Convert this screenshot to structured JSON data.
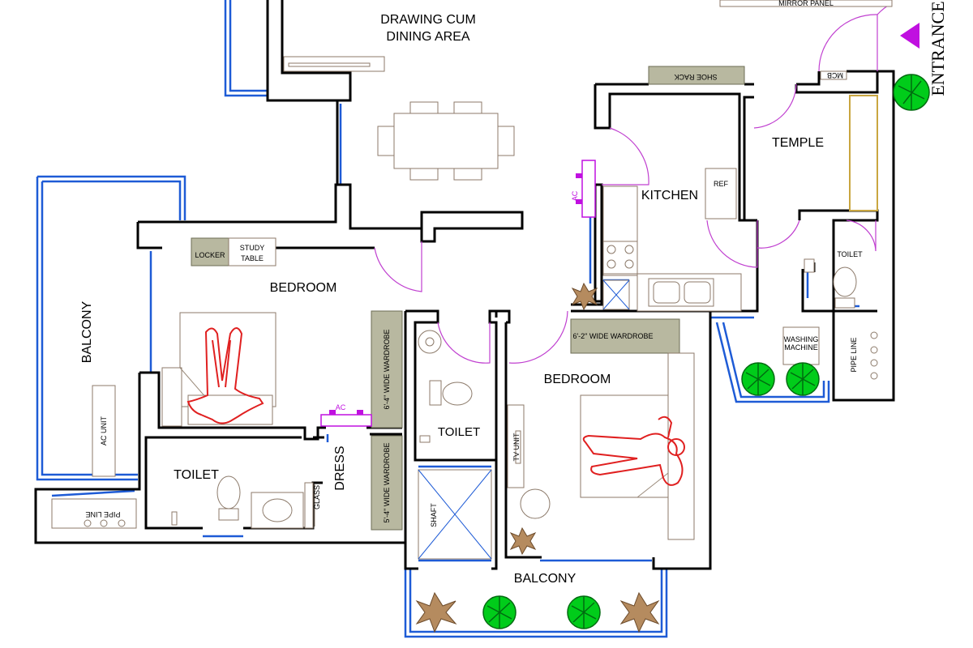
{
  "rooms": {
    "drawing_dining": [
      "DRAWING CUM",
      "DINING AREA"
    ],
    "kitchen": "KITCHEN",
    "temple": "TEMPLE",
    "bedroom_left": "BEDROOM",
    "bedroom_right": "BEDROOM",
    "toilet_left": "TOILET",
    "toilet_mid": "TOILET",
    "toilet_right": "TOILET",
    "dress": "DRESS",
    "balcony_left": "BALCONY",
    "balcony_bottom": "BALCONY",
    "entrance": "ENTRANCE"
  },
  "fixtures": {
    "mirror_panel": "MIRROR PANEL",
    "shoe_rack": "SHOE RACK",
    "mcb": "MCB",
    "ref": "REF",
    "locker": "LOCKER",
    "study_table": [
      "STUDY",
      "TABLE"
    ],
    "wardrobe_left_top": "6'-4\" WIDE WARDROBE",
    "wardrobe_left_bottom": "5'-4\" WIDE WARDROBE",
    "wardrobe_right": "6'-2\" WIDE WARDROBE",
    "ac_left": "AC",
    "ac_kitchen": "AC",
    "ac_unit": "AC UNIT",
    "tv_unit": "TV UNIT",
    "washing_machine": [
      "WASHING",
      "MACHINE"
    ],
    "pipe_line_left": "PIPE LINE",
    "pipe_line_right": "PIPE LINE",
    "glass": "GLASS",
    "shaft": "SHAFT"
  },
  "colors": {
    "wall": "#000000",
    "window": "#1e5bd6",
    "door_swing": "#c040d0",
    "plant": "#00cc1a",
    "person_figure": "#e02020",
    "entrance_marker": "#c010e0"
  },
  "icons": [
    "entrance-triangle-icon",
    "plant-icon",
    "dry-plant-icon",
    "person-figure-icon",
    "sink-icon",
    "wc-icon",
    "stove-icon"
  ]
}
